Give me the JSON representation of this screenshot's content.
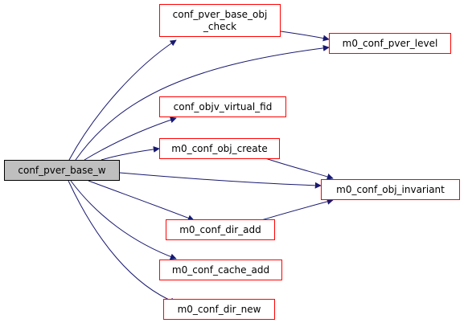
{
  "colors": {
    "edge": "#191970",
    "node_border": "#ff0000",
    "root_fill": "#bfbfbf",
    "root_border": "#000000",
    "node_fill": "#ffffff"
  },
  "nodes": [
    {
      "id": "root",
      "lines": [
        "conf_pver_base_w"
      ]
    },
    {
      "id": "check",
      "lines": [
        "conf_pver_base_obj",
        "_check"
      ]
    },
    {
      "id": "level",
      "lines": [
        "m0_conf_pver_level"
      ]
    },
    {
      "id": "fid",
      "lines": [
        "conf_objv_virtual_fid"
      ]
    },
    {
      "id": "create",
      "lines": [
        "m0_conf_obj_create"
      ]
    },
    {
      "id": "invariant",
      "lines": [
        "m0_conf_obj_invariant"
      ]
    },
    {
      "id": "diradd",
      "lines": [
        "m0_conf_dir_add"
      ]
    },
    {
      "id": "cacheadd",
      "lines": [
        "m0_conf_cache_add"
      ]
    },
    {
      "id": "dirnew",
      "lines": [
        "m0_conf_dir_new"
      ]
    }
  ],
  "edges": [
    {
      "from": "root",
      "to": "check"
    },
    {
      "from": "root",
      "to": "level"
    },
    {
      "from": "check",
      "to": "level"
    },
    {
      "from": "root",
      "to": "fid"
    },
    {
      "from": "root",
      "to": "create"
    },
    {
      "from": "root",
      "to": "invariant"
    },
    {
      "from": "create",
      "to": "invariant"
    },
    {
      "from": "root",
      "to": "diradd"
    },
    {
      "from": "diradd",
      "to": "invariant"
    },
    {
      "from": "root",
      "to": "cacheadd"
    },
    {
      "from": "root",
      "to": "dirnew"
    }
  ]
}
